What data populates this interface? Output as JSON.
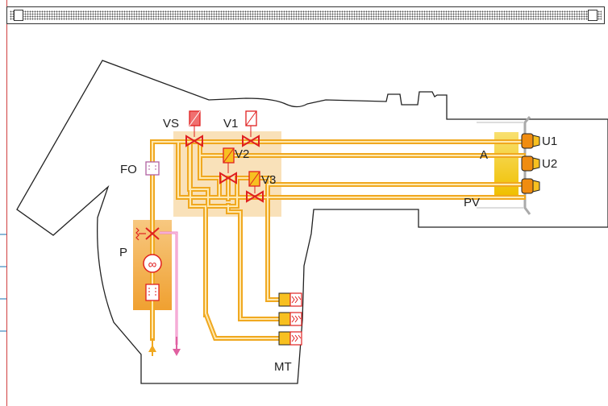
{
  "labels": {
    "vs": "VS",
    "v1": "V1",
    "v2": "V2",
    "v3": "V3",
    "fo": "FO",
    "p": "P",
    "a": "A",
    "u1": "U1",
    "u2": "U2",
    "pv": "PV",
    "mt": "MT"
  },
  "colors": {
    "pipe": "#f0a820",
    "pipe_inner": "#ffe9b0",
    "valve": "#e02020",
    "highlight_zone": "#f7d9a8",
    "pump_zone": "#f4b450",
    "actuator_zone": "#f7d030",
    "nozzle": "#f08c10",
    "return_line": "#ee80c0",
    "outline": "#222222"
  }
}
